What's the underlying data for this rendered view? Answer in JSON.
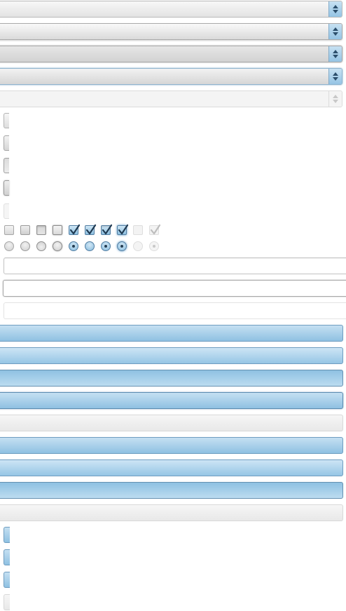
{
  "combos": [
    {
      "state": "normal"
    },
    {
      "state": "hover"
    },
    {
      "state": "pressed"
    },
    {
      "state": "focused"
    },
    {
      "state": "disabled"
    }
  ],
  "small_buttons": [
    "normal",
    "hover",
    "pressed",
    "focused",
    "disabled"
  ],
  "checkboxes": [
    {
      "state": "normal",
      "checked": false
    },
    {
      "state": "hover",
      "checked": false
    },
    {
      "state": "pressed",
      "checked": false
    },
    {
      "state": "focused",
      "checked": false
    },
    {
      "state": "normal",
      "checked": true
    },
    {
      "state": "hover",
      "checked": true
    },
    {
      "state": "pressed",
      "checked": true
    },
    {
      "state": "focused",
      "checked": true
    },
    {
      "state": "disabled",
      "checked": false
    },
    {
      "state": "disabled",
      "checked": true
    }
  ],
  "radios": [
    {
      "state": "normal",
      "selected": false
    },
    {
      "state": "hover",
      "selected": false
    },
    {
      "state": "pressed",
      "selected": false
    },
    {
      "state": "focused",
      "selected": false
    },
    {
      "state": "normal",
      "selected": true
    },
    {
      "state": "hover",
      "selected": true
    },
    {
      "state": "pressed",
      "selected": true
    },
    {
      "state": "focused",
      "selected": true
    },
    {
      "state": "disabled",
      "selected": false
    },
    {
      "state": "disabled",
      "selected": true
    }
  ],
  "text_fields": [
    {
      "state": "normal",
      "value": ""
    },
    {
      "state": "focused",
      "value": ""
    },
    {
      "state": "disabled",
      "value": ""
    }
  ],
  "wide_buttons": [
    "normal",
    "hover",
    "pressed",
    "focused",
    "disabled",
    "normal",
    "hover",
    "pressed",
    "disabled"
  ],
  "small_blue_buttons": [
    "normal",
    "hover",
    "pressed",
    "disabled"
  ],
  "colors": {
    "accent_light": "#c5e0f2",
    "accent_dark": "#8fc1e2",
    "accent_border": "#6f9dc0",
    "check_mark": "#1f3a52",
    "disabled": "#f4f4f4"
  },
  "icons": {
    "combo_arrow": "chevron-up-down-icon",
    "check": "checkmark-icon",
    "radio_dot": "radio-dot-icon"
  }
}
